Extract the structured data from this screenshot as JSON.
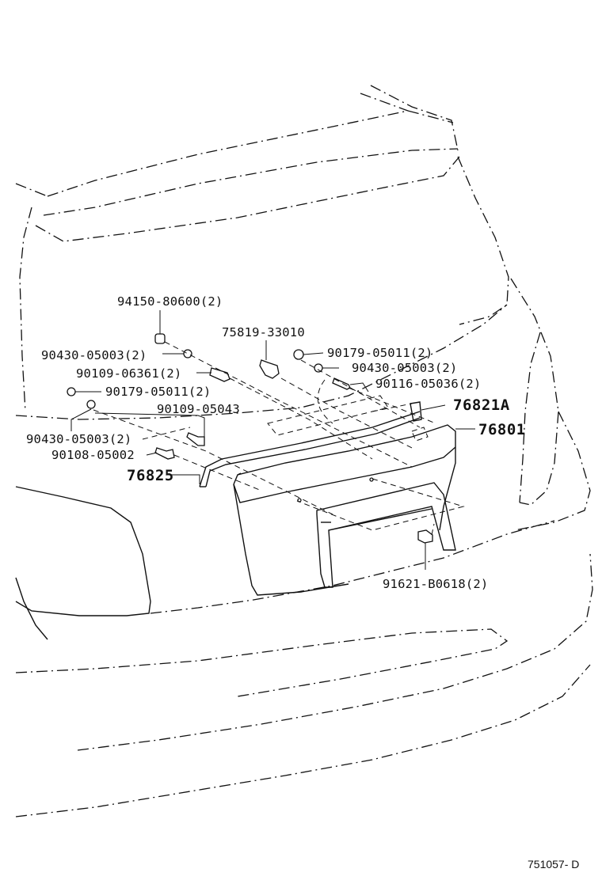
{
  "labels": {
    "p94150": "94150-80600(2)",
    "p90430a": "90430-05003(2)",
    "p90109a": "90109-06361(2)",
    "p90179a": "90179-05011(2)",
    "p90109b": "90109-05043",
    "p90430b": "90430-05003(2)",
    "p90108": "90108-05002",
    "p76825": "76825",
    "p75819": "75819-33010",
    "p90179b": "90179-05011(2)",
    "p90430c": "90430-05003(2)",
    "p90116": "90116-05036(2)",
    "p76821A": "76821A",
    "p76801": "76801",
    "p91621": "91621-B0618(2)"
  },
  "figure_id": "751057- D"
}
